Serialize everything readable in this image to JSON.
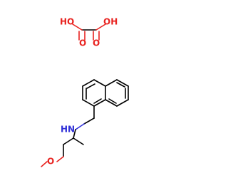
{
  "colors": {
    "bond": "#000000",
    "oxygen": "#e8221f",
    "nitrogen": "#2f2fd8",
    "background": "#ffffff"
  },
  "oxalic_acid": {
    "left_hydroxyl": "HO",
    "right_hydroxyl": "OH",
    "left_carbonyl": "O",
    "right_carbonyl": "O"
  },
  "amine": {
    "nitrogen_label": "HN",
    "ether_oxygen_label": "O"
  }
}
